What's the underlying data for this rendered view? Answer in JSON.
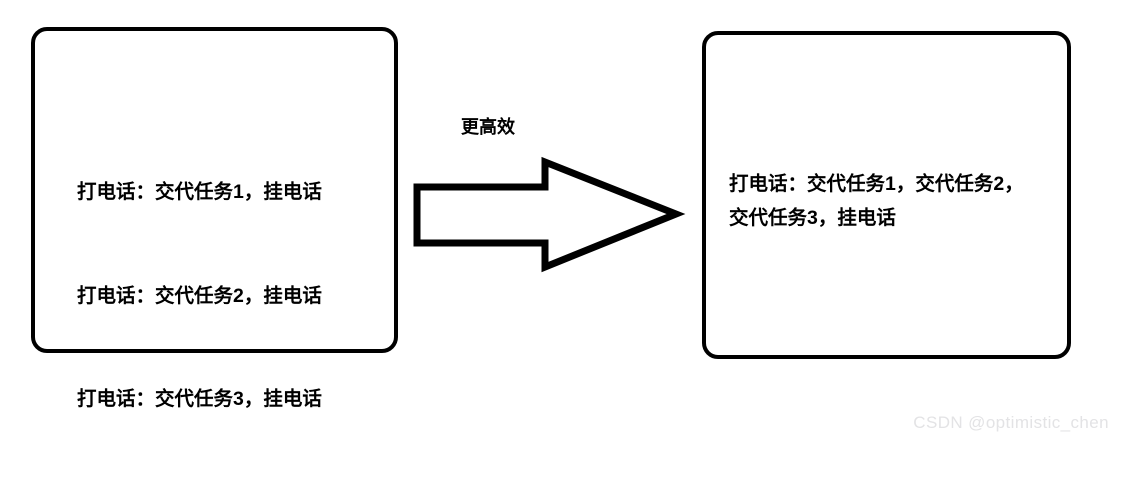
{
  "diagram": {
    "title": "callback-batching-comparison",
    "background_color": "#ffffff",
    "stroke_color": "#000000",
    "left_box": {
      "name": "separate-calls-box",
      "lines": [
        "打电话：交代任务1，挂电话",
        "打电话：交代任务2，挂电话",
        "打电话：交代任务3，挂电话"
      ]
    },
    "right_box": {
      "name": "batched-call-box",
      "lines": [
        "打电话：交代任务1，交代任务2，",
        "交代任务3，挂电话"
      ]
    },
    "arrow": {
      "name": "rightward-arrow",
      "label": "更高效",
      "direction": "right"
    },
    "watermark": {
      "text": "CSDN @optimistic_chen",
      "color": "#e3e3e5"
    }
  }
}
